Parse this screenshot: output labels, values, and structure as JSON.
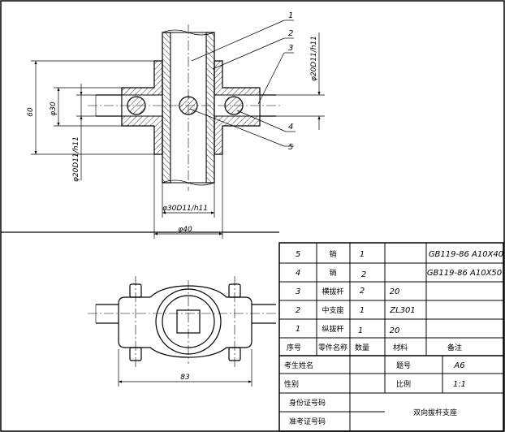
{
  "dimensions": {
    "d60": "60",
    "d30": "φ30",
    "d20_right": "φ20D11/h11",
    "d20_left": "φ20D11/h11",
    "d30_bottom": "φ30D11/h11",
    "d40": "φ40",
    "d83": "83"
  },
  "callouts": [
    "1",
    "2",
    "3",
    "4",
    "5"
  ],
  "parts_table": {
    "rows": [
      {
        "no": "5",
        "name": "销",
        "qty": "1",
        "material": "",
        "note": "GB119-86 A10X40"
      },
      {
        "no": "4",
        "name": "销",
        "qty": "2",
        "material": "",
        "note": "GB119-86 A10X50"
      },
      {
        "no": "3",
        "name": "横拔杆",
        "qty": "2",
        "material": "20",
        "note": ""
      },
      {
        "no": "2",
        "name": "中支座",
        "qty": "1",
        "material": "ZL301",
        "note": ""
      },
      {
        "no": "1",
        "name": "纵拔杆",
        "qty": "1",
        "material": "20",
        "note": ""
      }
    ],
    "header": {
      "no": "序号",
      "name": "零件名称",
      "qty": "数量",
      "material": "材料",
      "note": "备注"
    }
  },
  "title_block": {
    "examinee_label": "考生姓名",
    "gender_label": "性别",
    "id_label": "身份证号码",
    "ticket_label": "准考证号码",
    "title_no_label": "题号",
    "title_no_value": "A6",
    "scale_label": "比例",
    "scale_value": "1:1",
    "drawing_name": "双向拔杆支座"
  }
}
